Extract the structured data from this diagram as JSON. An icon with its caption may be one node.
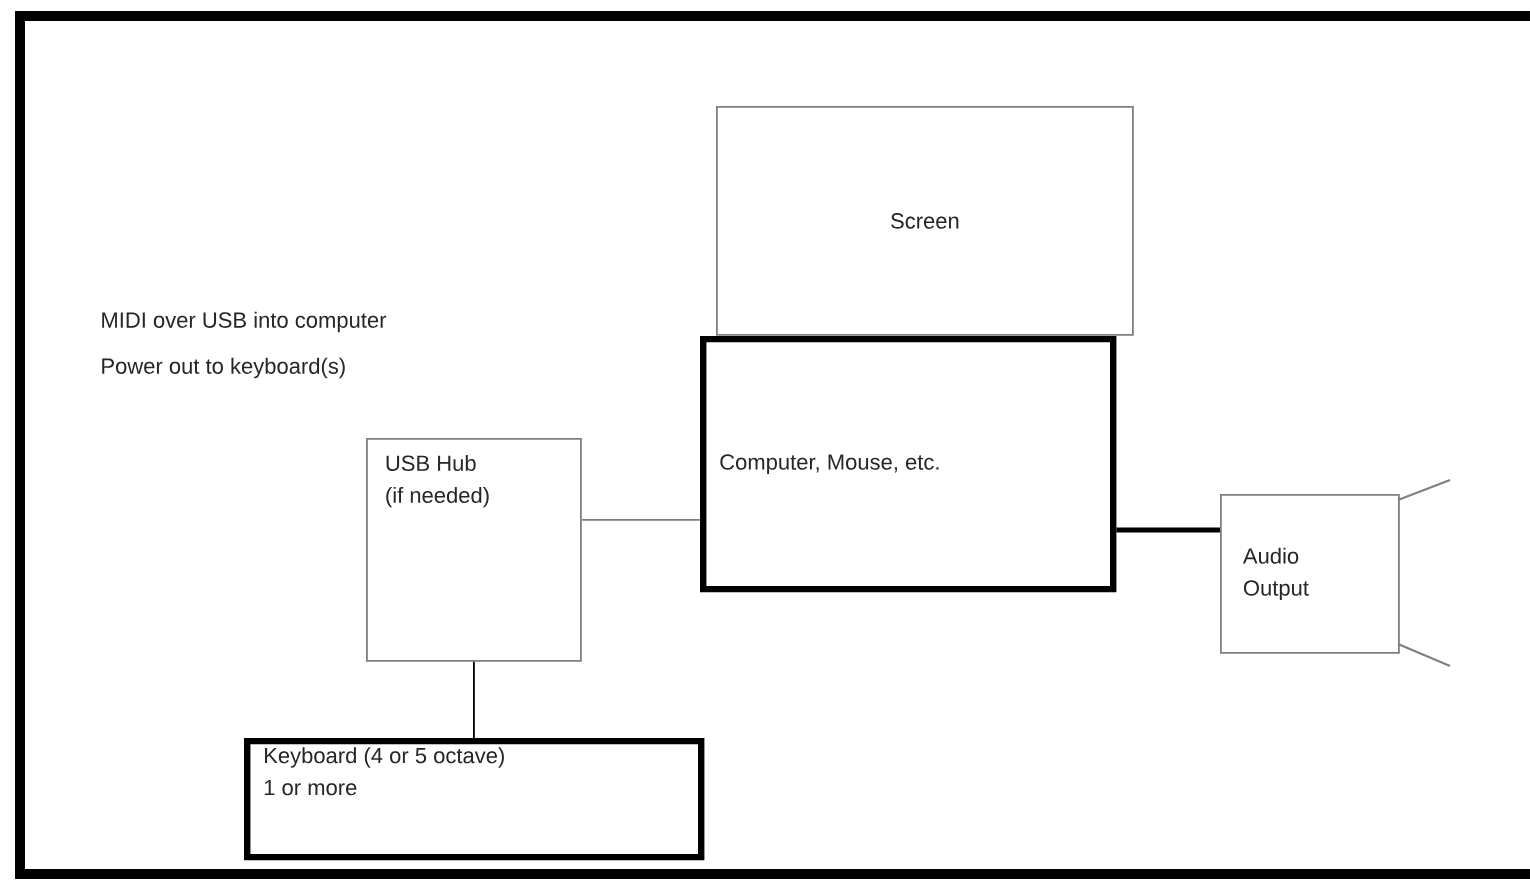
{
  "diagram": {
    "nodes": [
      {
        "text": [
          "Screen"
        ]
      },
      {
        "text": [
          "Computer, Mouse, etc."
        ]
      },
      {
        "text": [
          "USB Hub (if needed)"
        ]
      },
      {
        "text": [
          "Keyboard (4 or 5 octave) 1 or more"
        ]
      },
      {
        "text": [
          "Audio Output"
        ]
      }
    ],
    "edges": [
      {
        "from": 2,
        "to": 1,
        "arrow": "none",
        "color": "#7f7f7f"
      },
      {
        "from": 2,
        "to": 3,
        "arrow": "none"
      },
      {
        "from": 1,
        "to": 4,
        "arrow": "none",
        "style": "thick"
      }
    ],
    "labels": [
      "MIDI over USB into computer",
      "Power out to keyboard(s)"
    ]
  }
}
